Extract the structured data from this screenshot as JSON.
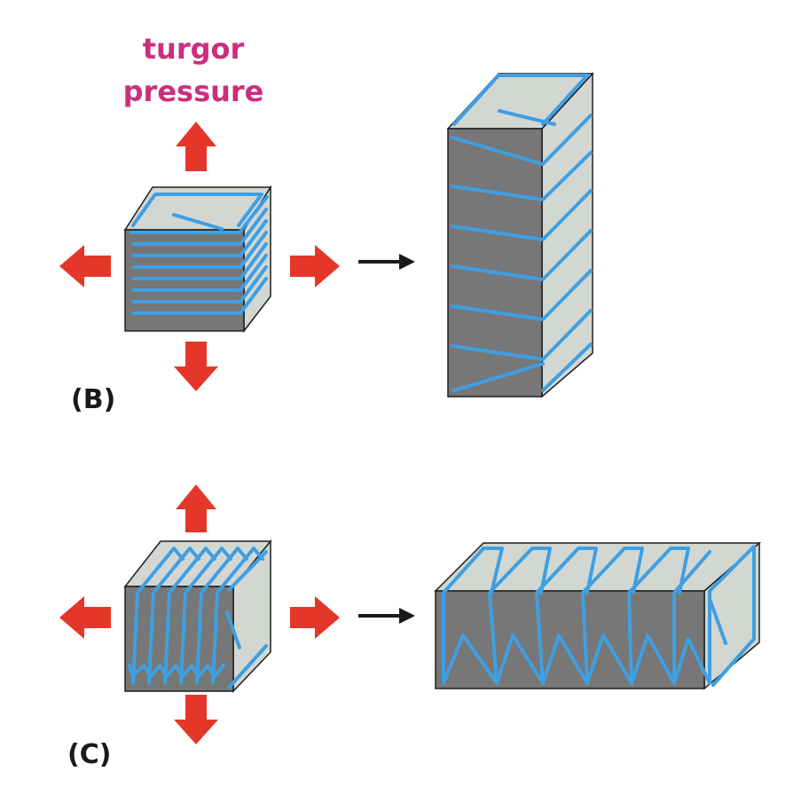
{
  "labels": {
    "turgor_line1": "turgor",
    "turgor_line2": "pressure",
    "panel_b": "(B)",
    "panel_c": "(C)"
  },
  "colors": {
    "turgor_text": "#cc2e7f",
    "arrow": "#e5362a",
    "microfibril": "#3e9fe3",
    "face_front": "#777777",
    "face_light": "#d3d7d1",
    "outline": "#1e1e1e",
    "label": "#1a1a1a"
  },
  "icons": {
    "expansion_arrows": "red-block-arrow",
    "transition": "black-arrow-right"
  }
}
